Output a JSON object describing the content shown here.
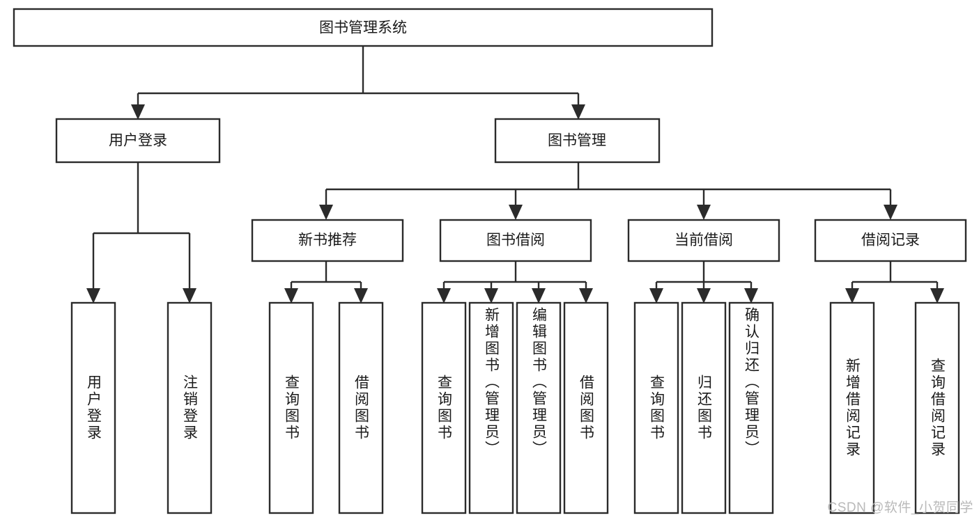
{
  "diagram": {
    "type": "tree-hierarchy",
    "title": "图书管理系统",
    "watermark": "CSDN @软件_小贺同学",
    "colors": {
      "stroke": "#2b2b2b",
      "fill": "#ffffff",
      "text": "#1a1a1a",
      "watermark": "#b9b9b9",
      "background": "#ffffff"
    },
    "levels": {
      "root": {
        "label": "图书管理系统"
      },
      "level2": [
        {
          "id": "user-login",
          "label": "用户登录"
        },
        {
          "id": "book-manage",
          "label": "图书管理"
        }
      ],
      "level3": [
        {
          "id": "new-book-recommend",
          "label": "新书推荐",
          "parent": "book-manage"
        },
        {
          "id": "book-borrow",
          "label": "图书借阅",
          "parent": "book-manage"
        },
        {
          "id": "current-borrow",
          "label": "当前借阅",
          "parent": "book-manage"
        },
        {
          "id": "borrow-record",
          "label": "借阅记录",
          "parent": "book-manage"
        }
      ],
      "leaves": [
        {
          "id": "leaf-user-login",
          "label": "用户登录",
          "parent": "user-login"
        },
        {
          "id": "leaf-user-logout",
          "label": "注销登录",
          "parent": "user-login"
        },
        {
          "id": "leaf-query-book-1",
          "label": "查询图书",
          "parent": "new-book-recommend"
        },
        {
          "id": "leaf-borrow-book-1",
          "label": "借阅图书",
          "parent": "new-book-recommend"
        },
        {
          "id": "leaf-query-book-2",
          "label": "查询图书",
          "parent": "book-borrow"
        },
        {
          "id": "leaf-add-book",
          "label": "新增图书（管理员）",
          "parent": "book-borrow"
        },
        {
          "id": "leaf-edit-book",
          "label": "编辑图书（管理员）",
          "parent": "book-borrow"
        },
        {
          "id": "leaf-borrow-book-2",
          "label": "借阅图书",
          "parent": "book-borrow"
        },
        {
          "id": "leaf-query-book-3",
          "label": "查询图书",
          "parent": "current-borrow"
        },
        {
          "id": "leaf-return-book",
          "label": "归还图书",
          "parent": "current-borrow"
        },
        {
          "id": "leaf-confirm-return",
          "label": "确认归还（管理员）",
          "parent": "current-borrow"
        },
        {
          "id": "leaf-add-record",
          "label": "新增借阅记录",
          "parent": "borrow-record"
        },
        {
          "id": "leaf-query-record",
          "label": "查询借阅记录",
          "parent": "borrow-record"
        }
      ]
    }
  }
}
